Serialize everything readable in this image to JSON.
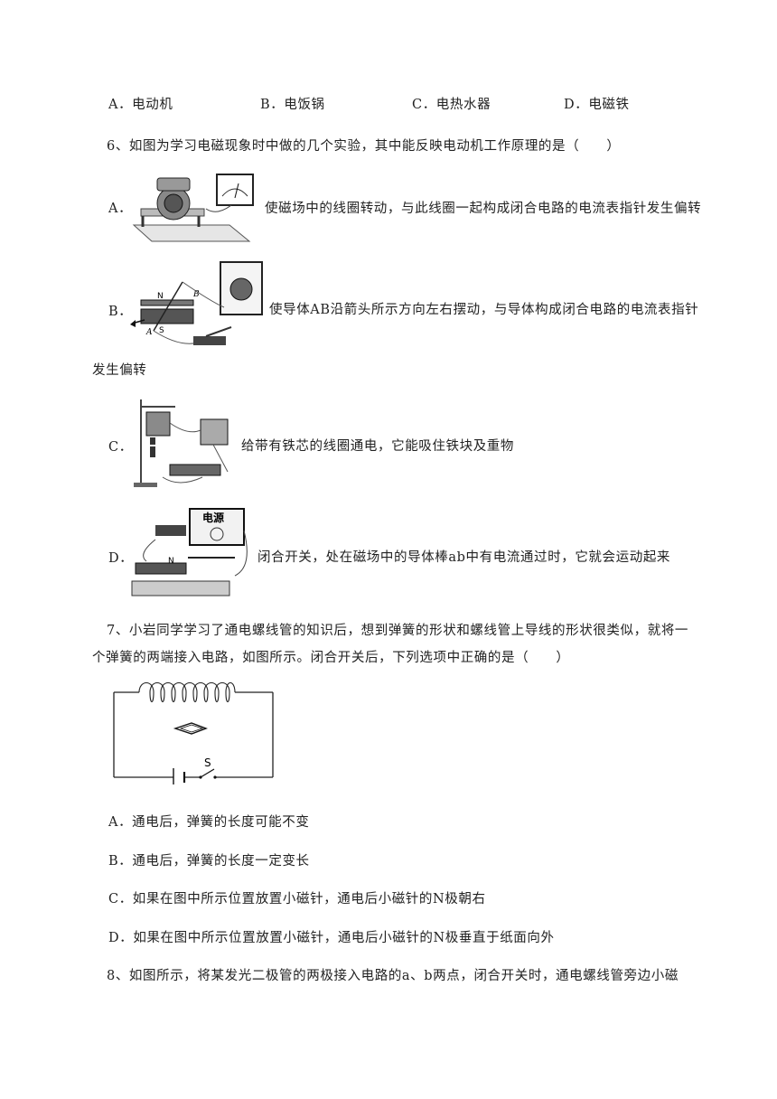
{
  "q5_options": [
    {
      "label": "A．电动机"
    },
    {
      "label": "B．电饭锅"
    },
    {
      "label": "C．电热水器"
    },
    {
      "label": "D．电磁铁"
    }
  ],
  "q6": {
    "stem": "6、如图为学习电磁现象时中做的几个实验，其中能反映电动机工作原理的是（　　）",
    "options": [
      {
        "letter": "A．",
        "text": "使磁场中的线圈转动，与此线圈一起构成闭合电路的电流表指针发生偏转"
      },
      {
        "letter": "B．",
        "text": "使导体AB沿箭头所示方向左右摆动，与导体构成闭合电路的电流表指针",
        "text_cont": "发生偏转",
        "fig_labels": {
          "n": "N",
          "s": "S",
          "a": "A",
          "b": "B"
        }
      },
      {
        "letter": "C．",
        "text": "给带有铁芯的线圈通电，它能吸住铁块及重物"
      },
      {
        "letter": "D．",
        "text": "闭合开关，处在磁场中的导体棒ab中有电流通过时，它就会运动起来",
        "fig_labels": {
          "power": "电源",
          "n": "N"
        }
      }
    ]
  },
  "q7": {
    "stem_line1": "7、小岩同学学习了通电螺线管的知识后，想到弹簧的形状和螺线管上导线的形状很类似，就将一",
    "stem_line2": "个弹簧的两端接入电路，如图所示。闭合开关后，下列选项中正确的是（　　）",
    "switch_label": "S",
    "options": [
      "A．通电后，弹簧的长度可能不变",
      "B．通电后，弹簧的长度一定变长",
      "C．如果在图中所示位置放置小磁针，通电后小磁针的N极朝右",
      "D．如果在图中所示位置放置小磁针，通电后小磁针的N极垂直于纸面向外"
    ]
  },
  "q8": {
    "stem_line1": "8、如图所示，将某发光二极管的两极接入电路的a、b两点，闭合开关时，通电螺线管旁边小磁"
  }
}
